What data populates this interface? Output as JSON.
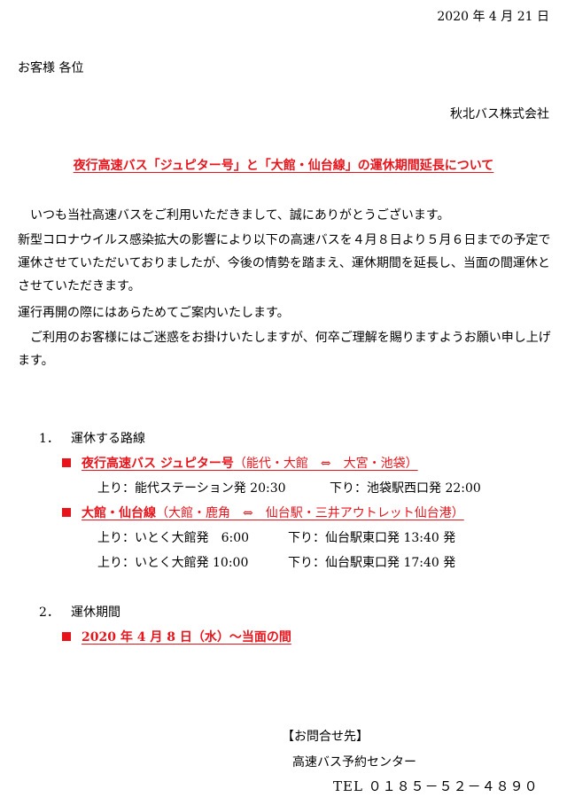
{
  "date": "2020 年 4 月 21 日",
  "addressee": "お客様 各位",
  "sender": "秋北バス株式会社",
  "title": "夜行高速バス「ジュピター号」と「大館・仙台線」の運休期間延長について",
  "body": {
    "p1": "いつも当社高速バスをご利用いただきまして、誠にありがとうございます。",
    "p2": "新型コロナウイルス感染拡大の影響により以下の高速バスを４月８日より５月６日までの予定で運休させていただいておりましたが、今後の情勢を踏まえ、運休期間を延長し、当面の間運休とさせていただきます。",
    "p3": "運行再開の際にはあらためてご案内いたします。",
    "p4": "ご利用のお客様にはご迷惑をお掛けいたしますが、何卒ご理解を賜りますようお願い申し上げます。"
  },
  "section1": {
    "number": "1．",
    "heading": "運休する路線",
    "routes": [
      {
        "name": "夜行高速バス ジュピター号",
        "detail": "（能代・大館　⇔　大宮・池袋）",
        "times": [
          {
            "up": "上り：能代ステーション発 20:30",
            "down": "下り：池袋駅西口発 22:00"
          }
        ]
      },
      {
        "name": "大館・仙台線",
        "detail": "（大館・鹿角　⇔　仙台駅・三井アウトレット仙台港）",
        "times": [
          {
            "up": "上り：いとく大館発　6:00",
            "down": "下り：仙台駅東口発 13:40 発"
          },
          {
            "up": "上り：いとく大館発 10:00",
            "down": "下り：仙台駅東口発 17:40 発"
          }
        ]
      }
    ]
  },
  "section2": {
    "number": "2．",
    "heading": "運休期間",
    "period": "2020 年 4 月 8 日（水）～当面の間"
  },
  "contact": {
    "label": "【お問合せ先】",
    "name": "高速バス予約センター",
    "tel": "TEL ０１８５－５２－４８９０"
  },
  "colors": {
    "accent": "#e8141c",
    "text": "#000000"
  }
}
